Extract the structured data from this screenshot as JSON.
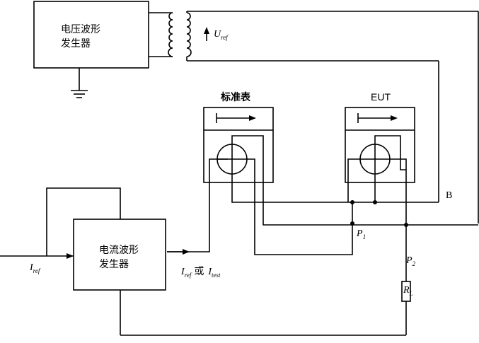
{
  "blocks": {
    "voltage_gen": {
      "line1": "电压波形",
      "line2": "发生器"
    },
    "current_gen": {
      "line1": "电流波形",
      "line2": "发生器"
    },
    "reference_meter": {
      "title": "标准表"
    },
    "eut": {
      "title": "EUT"
    }
  },
  "labels": {
    "u_ref": {
      "main": "U",
      "sub": "ref"
    },
    "i_ref": {
      "main": "I",
      "sub": "ref"
    },
    "i_out": {
      "main": "I",
      "sub": "ref",
      "or": "或",
      "main2": "I",
      "sub2": "test"
    },
    "node_b": "B",
    "p1": {
      "main": "P",
      "sub": "1"
    },
    "p2": {
      "main": "P",
      "sub": "2"
    },
    "rl": {
      "main": "R",
      "sub": "L"
    }
  },
  "colors": {
    "line": "#000000",
    "background": "#ffffff"
  }
}
